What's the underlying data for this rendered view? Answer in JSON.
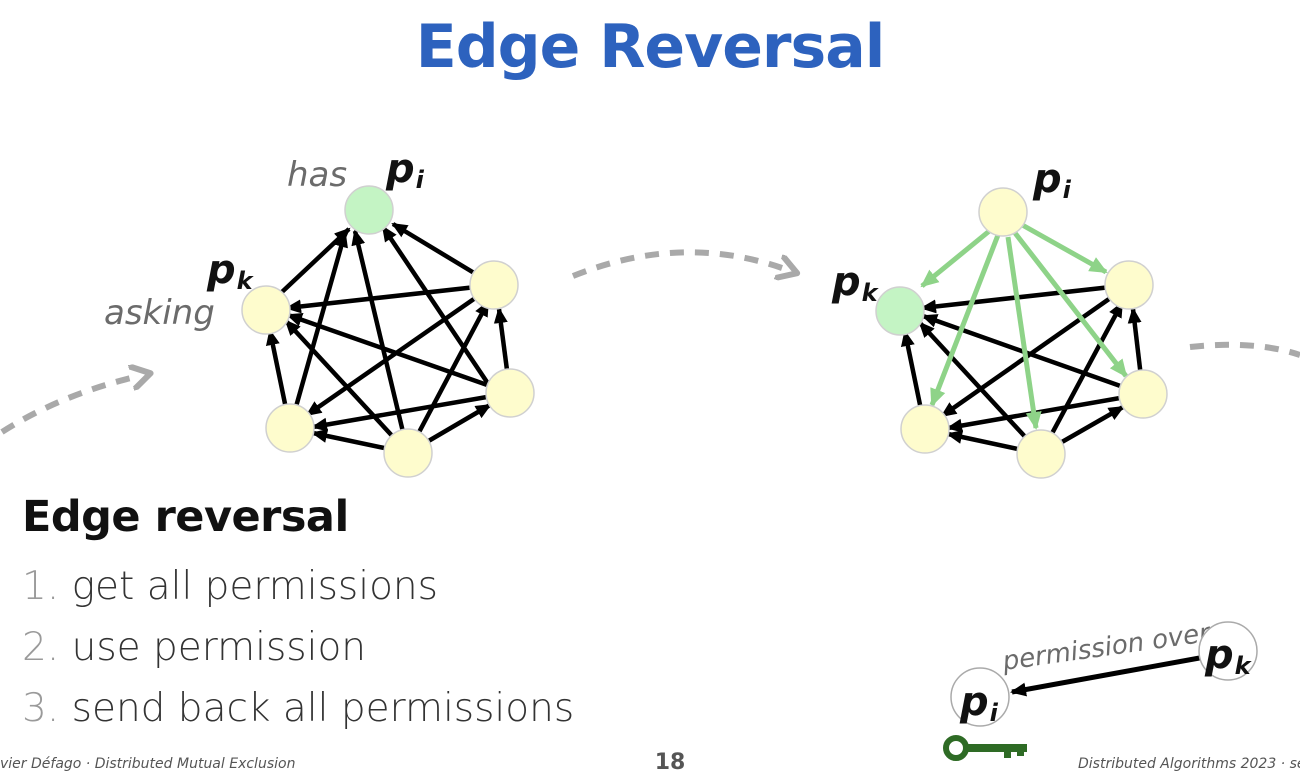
{
  "title": "Edge Reversal",
  "graph_left": {
    "label_has": "has",
    "label_asking": "asking",
    "label_pi": "p",
    "label_pi_sub": "i",
    "label_pk": "p",
    "label_pk_sub": "k"
  },
  "graph_right": {
    "label_pi": "p",
    "label_pi_sub": "i",
    "label_pk": "p",
    "label_pk_sub": "k"
  },
  "legend": {
    "edge_label": "permission over",
    "from_label": "p",
    "from_sub": "k",
    "to_label": "p",
    "to_sub": "i",
    "key_icon": "key-icon"
  },
  "section": {
    "heading": "Edge reversal",
    "steps": [
      {
        "num": "1.",
        "text": "get all permissions"
      },
      {
        "num": "2.",
        "text": "use permission"
      },
      {
        "num": "3.",
        "text": "send back all permissions"
      }
    ]
  },
  "footer": {
    "left": "vier Défago · Distributed Mutual Exclusion",
    "page": "18",
    "right": "Distributed Algorithms 2023 · se"
  },
  "colors": {
    "title": "#2d62be",
    "node_fill": "#fefccd",
    "node_active": "#c4f4c4",
    "green_edge": "#8ed388",
    "dashed_arrow": "#a9a9a9",
    "key": "#2e6b25"
  }
}
